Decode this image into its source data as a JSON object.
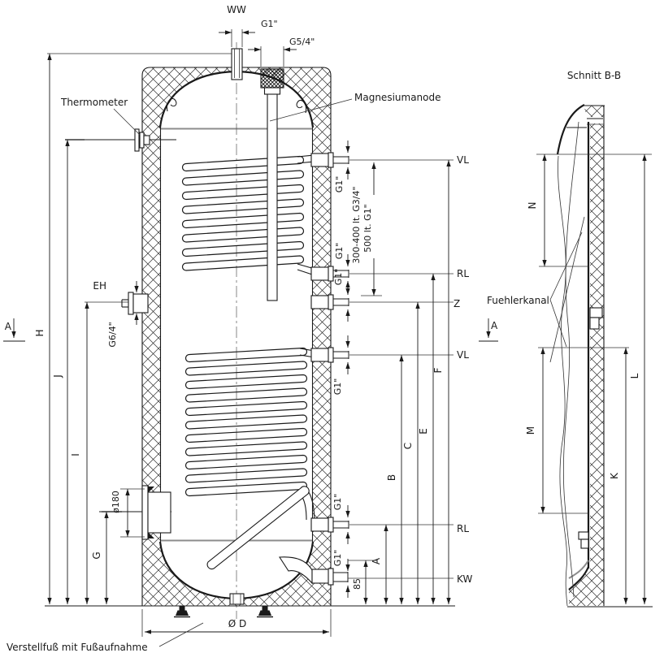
{
  "main_view": {
    "top": {
      "ww": "WW",
      "ww_size": "G1\"",
      "anode_size": "G5/4\""
    },
    "left": {
      "thermometer": "Thermometer",
      "eh": "EH",
      "eh_size": "G6/4\"",
      "flange_dia": "ø180",
      "foot_note": "Verstellfuß mit Fußaufnahme"
    },
    "dims_left": [
      "H",
      "J",
      "I",
      "G"
    ],
    "dims_right": [
      "A",
      "B",
      "C",
      "E",
      "F"
    ],
    "right": {
      "connections": [
        {
          "label": "VL",
          "size": "G1\""
        },
        {
          "label": "RL",
          "size": "G1\""
        },
        {
          "label": "Z",
          "size": "G1\""
        },
        {
          "label": "VL",
          "size": "G1\""
        },
        {
          "label": "RL",
          "size": "G1\""
        },
        {
          "label": "KW",
          "size": "G1\""
        }
      ],
      "anode_note_1": "300-400 lt. G3/4\"",
      "anode_note_2": "500 lt. G1\"",
      "dim_85": "85"
    },
    "center": {
      "anode_label": "Magnesiumanode",
      "dia_label": "Ø D"
    },
    "section_marker": "A"
  },
  "section_view": {
    "title": "Schnitt B-B",
    "sensor_channel": "Fuehlerkanal",
    "dims": [
      "N",
      "M",
      "K",
      "L"
    ],
    "section_marker": "A"
  }
}
